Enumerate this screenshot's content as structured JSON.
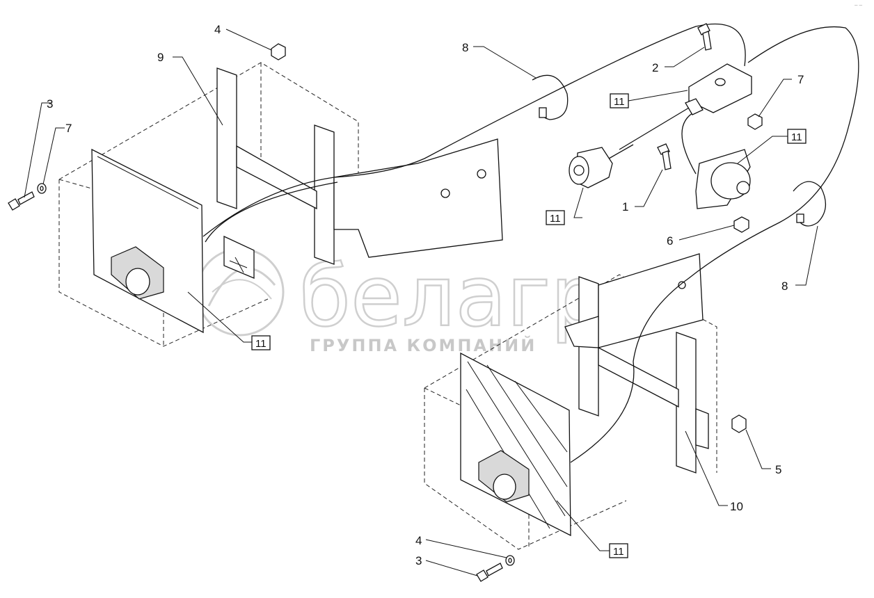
{
  "watermark": {
    "brand": "белагро",
    "subtitle": "ГРУППА КОМПАНИЙ"
  },
  "callouts": [
    {
      "id": "c1",
      "text": "1"
    },
    {
      "id": "c2",
      "text": "2"
    },
    {
      "id": "c3a",
      "text": "3"
    },
    {
      "id": "c3b",
      "text": "3"
    },
    {
      "id": "c4a",
      "text": "4"
    },
    {
      "id": "c4b",
      "text": "4"
    },
    {
      "id": "c5",
      "text": "5"
    },
    {
      "id": "c6",
      "text": "6"
    },
    {
      "id": "c7a",
      "text": "7"
    },
    {
      "id": "c7b",
      "text": "7"
    },
    {
      "id": "c8a",
      "text": "8"
    },
    {
      "id": "c8b",
      "text": "8"
    },
    {
      "id": "c9",
      "text": "9"
    },
    {
      "id": "c10",
      "text": "10"
    }
  ],
  "boxed_callouts": [
    {
      "id": "b11a",
      "text": "11"
    },
    {
      "id": "b11b",
      "text": "11"
    },
    {
      "id": "b11c",
      "text": "11"
    },
    {
      "id": "b11d",
      "text": "11"
    },
    {
      "id": "b11e",
      "text": "11"
    }
  ]
}
